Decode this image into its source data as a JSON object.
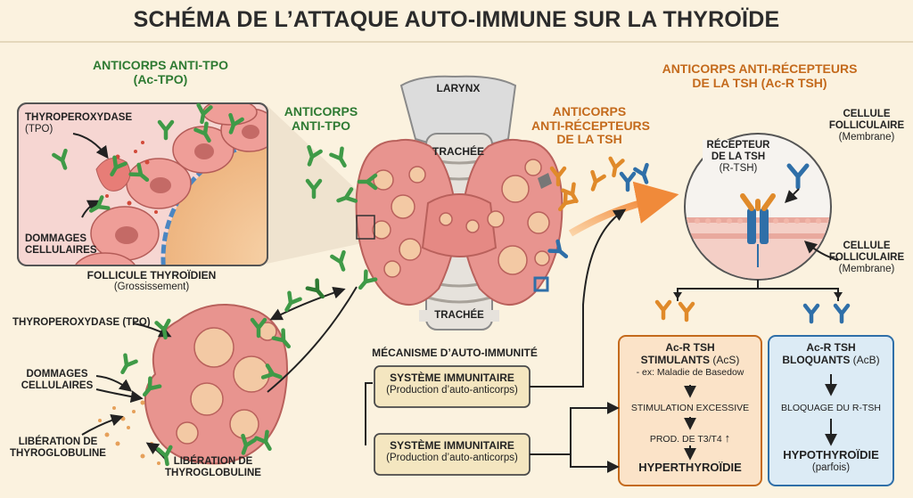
{
  "title": "SCHÉMA DE L’ATTAQUE AUTO-IMMUNE SUR LA THYROÏDE",
  "left_panel": {
    "header_line1": "ANTICORPS ANTI-TPO",
    "header_line2": "(Ac-TPO)",
    "tpo_label_line1": "THYROPEROXYDASE",
    "tpo_label_line2": "(TPO)",
    "damage_line1": "DOMMAGES",
    "damage_line2": "CELLULAIRES",
    "follicle_line1": "FOLLICULE THYROÏDIEN",
    "follicle_line2": "(Grossissement)"
  },
  "lower_left": {
    "tpo_label": "THYROPEROXYDASE (TPO)",
    "damage_line1": "DOMMAGES",
    "damage_line2": "CELLULAIRES",
    "release_a_line1": "LIBÉRATION DE",
    "release_a_line2": "THYROGLOBULINE",
    "release_b_line1": "LIBÉRATION DE",
    "release_b_line2": "THYROGLOBULINE"
  },
  "center": {
    "anti_tpo_line1": "ANTICORPS",
    "anti_tpo_line2": "ANTI-TPO",
    "larynx": "LARYNX",
    "trachea_top": "TRACHÉE",
    "trachea_bottom": "TRACHÉE",
    "anti_r_line1": "ANTICORPS",
    "anti_r_line2": "ANTI-RÉCEPTEURS",
    "anti_r_line3": "DE LA TSH"
  },
  "right_panel": {
    "header_line1": "ANTICORPS ANTI-RÉCEPTEURS",
    "header_line2": "DE LA TSH (Ac-R TSH)",
    "cell_top_line1": "CELLULE",
    "cell_top_line2": "FOLLICULAIRE",
    "cell_top_line3": "(Membrane)",
    "receptor_line1": "RÉCEPTEUR",
    "receptor_line2": "DE LA TSH",
    "receptor_line3": "(R-TSH)",
    "cell_bottom_line1": "CELLULE",
    "cell_bottom_line2": "FOLLICULAIRE",
    "cell_bottom_line3": "(Membrane)"
  },
  "mechanism": {
    "heading": "MÉCANISME D’AUTO-IMMUNITÉ",
    "box1_title": "SYSTÈME IMMUNITAIRE",
    "box1_sub": "(Production d’auto-anticorps)",
    "box2_title": "SYSTÈME IMMUNITAIRE",
    "box2_sub": "(Production d’auto-anticorps)"
  },
  "stimulating": {
    "title_line1": "Ac-R TSH",
    "title_line2_bold": "STIMULANTS",
    "title_line2_rest": " (AcS)",
    "example": "- ex: Maladie de Basedow",
    "step1": "STIMULATION EXCESSIVE",
    "step2": "PROD. DE T3/T4",
    "step2_arrow": "↑",
    "result": "HYPERTHYROÏDIE"
  },
  "blocking": {
    "title_line1": "Ac-R TSH",
    "title_line2_bold": "BLOQUANTS",
    "title_line2_rest": " (AcB)",
    "step1": "BLOQUAGE DU R-TSH",
    "result": "HYPOTHYROÏDIE",
    "result_sub": "(parfois)"
  },
  "colors": {
    "background": "#fbf2df",
    "tpo_green": "#2e7a32",
    "antibody_green": "#3f9a47",
    "orange": "#c46a1c",
    "antibody_orange": "#e08a2a",
    "blue": "#2f6fa8",
    "thyroid_pink": "#e8948f",
    "stim_box": "#fbe3c8",
    "block_box": "#dcebf5",
    "immune_box": "#f4e6c0"
  }
}
